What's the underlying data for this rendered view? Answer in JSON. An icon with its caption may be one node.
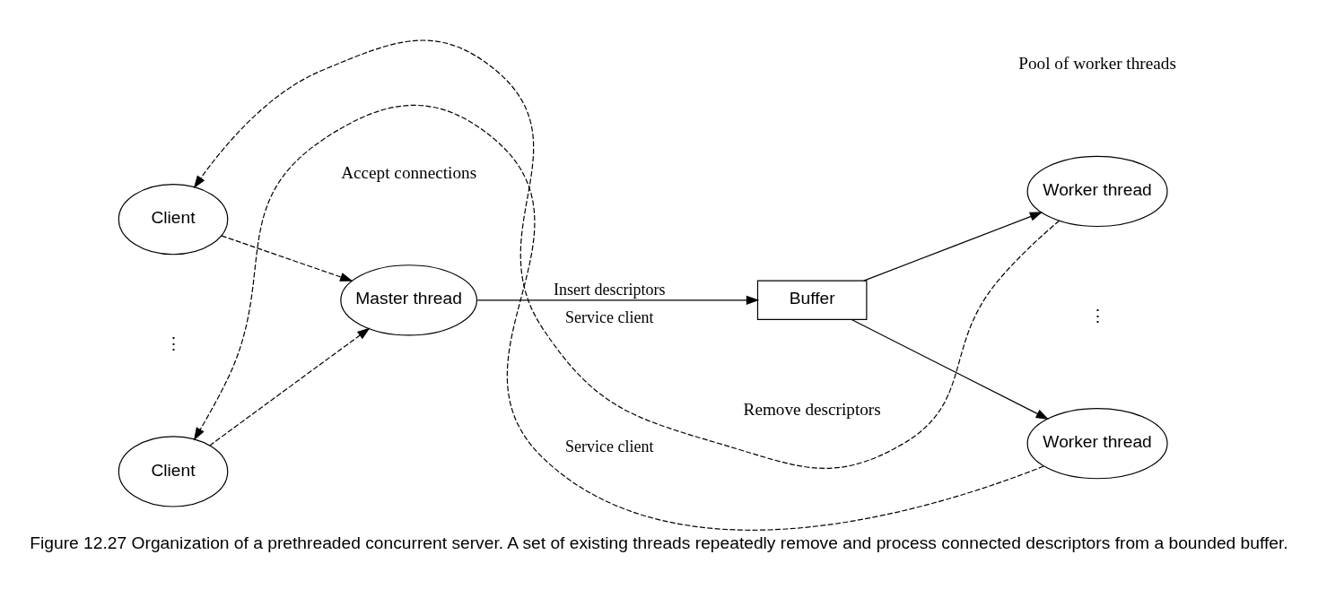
{
  "diagram": {
    "caption": "Figure 12.27 Organization of a prethreaded concurrent server. A set of existing threads repeatedly remove and process connected descriptors from a bounded buffer.",
    "nodes": [
      {
        "text": [
          "Client"
        ]
      },
      {
        "text": [
          "Client"
        ]
      },
      {
        "text": [
          "Master thread"
        ]
      },
      {
        "text": [
          "Buffer"
        ]
      },
      {
        "text": [
          "Worker thread"
        ]
      },
      {
        "text": [
          "Worker thread"
        ]
      }
    ],
    "edges": [
      {
        "from": 0,
        "to": 2,
        "arrow": "to",
        "style": "dashed"
      },
      {
        "from": 1,
        "to": 2,
        "arrow": "to",
        "style": "dashed"
      },
      {
        "from": 2,
        "to": 3,
        "arrow": "to",
        "label": "Insert descriptors"
      },
      {
        "from": 3,
        "to": 4,
        "arrow": "to"
      },
      {
        "from": 3,
        "to": 5,
        "arrow": "to"
      },
      {
        "from": 4,
        "to": 0,
        "arrow": "to",
        "style": "dashed",
        "label": "Service client"
      },
      {
        "from": 5,
        "to": 1,
        "arrow": "to",
        "style": "dashed",
        "label": "Service client"
      }
    ],
    "labels": [
      "Pool of worker threads",
      "⋮",
      "Accept connections",
      "Remove descriptors",
      "⋮"
    ]
  }
}
